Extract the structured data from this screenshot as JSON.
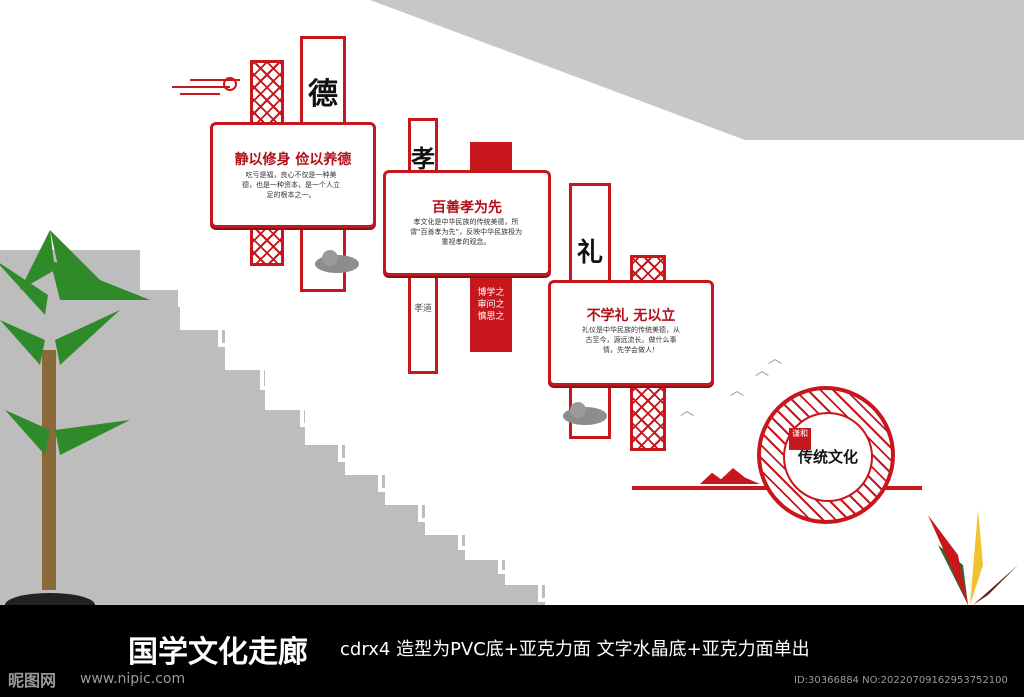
{
  "panels": {
    "de": {
      "char": "德",
      "title": "静以修身 俭以养德",
      "text": "吃亏是福，良心不仅是一种美德，也是一种资本，是一个人立足的根本之一。"
    },
    "xiao": {
      "char": "孝",
      "title": "百善孝为先",
      "text": "孝文化是中华民族的传统美德，所谓“百善孝为先”，反映中华民族极为重视孝的观念。",
      "side": "博学之 审问之 慎思之",
      "brush": "孝道"
    },
    "li": {
      "char": "礼",
      "title": "不学礼  无以立",
      "text": "礼仪是中华民族的传统美德，从古至今，源远流长。做什么事情，先学会做人！"
    }
  },
  "emblem": {
    "title": "传统文化",
    "seal": "谦和"
  },
  "caption": {
    "title": "国学文化走廊",
    "desc": "cdrx4 造型为PVC底+亚克力面 文字水晶底+亚克力面单出"
  },
  "watermark": {
    "logo": "昵图网",
    "url": "www.nipic.com",
    "id": "ID:30366884 NO:20220709162953752100"
  },
  "colors": {
    "red": "#c8161d",
    "gray": "#bdbdbd",
    "black": "#000000"
  }
}
